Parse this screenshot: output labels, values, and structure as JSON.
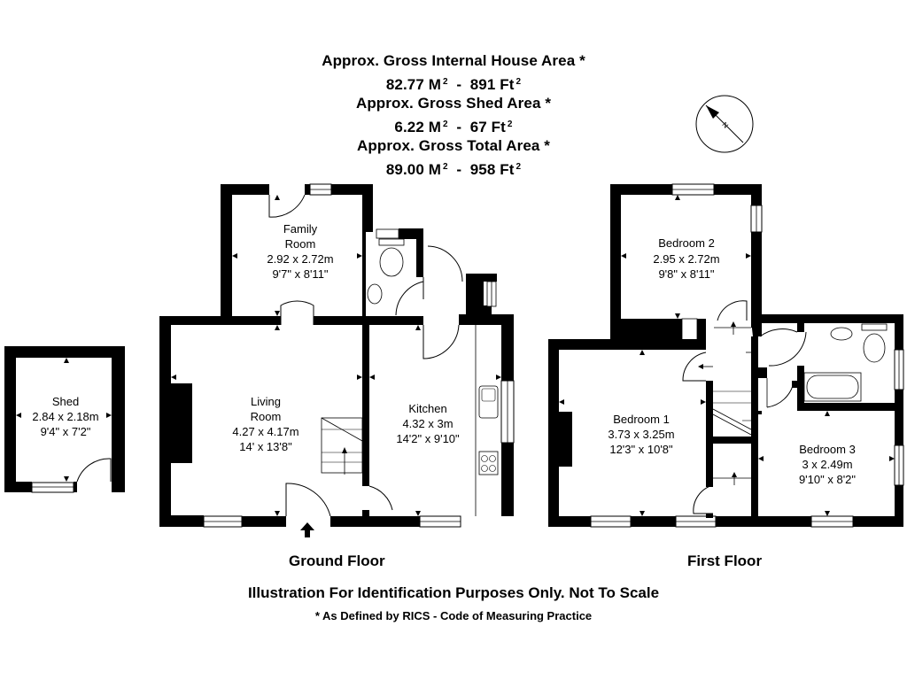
{
  "header": {
    "house_area_title": "Approx. Gross Internal House Area *",
    "house_area_value": "82.77 M² - 891 Ft²",
    "house_m2": "82.77 M",
    "house_ft2": "891 Ft",
    "shed_area_title": "Approx. Gross Shed Area *",
    "shed_m2": "6.22 M",
    "shed_ft2": "67 Ft",
    "total_area_title": "Approx. Gross Total Area *",
    "total_m2": "89.00 M",
    "total_ft2": "958 Ft",
    "squared": "2",
    "separator": "-"
  },
  "compass": {
    "icon": "north-arrow-compass-icon",
    "label": "N"
  },
  "rooms": {
    "shed": {
      "name": "Shed",
      "metric": "2.84 x 2.18m",
      "imperial": "9'4\" x 7'2\""
    },
    "family_room": {
      "name_line1": "Family",
      "name_line2": "Room",
      "metric": "2.92 x 2.72m",
      "imperial": "9'7\" x 8'11\""
    },
    "living_room": {
      "name_line1": "Living",
      "name_line2": "Room",
      "metric": "4.27 x 4.17m",
      "imperial": "14' x 13'8\""
    },
    "kitchen": {
      "name": "Kitchen",
      "metric": "4.32 x 3m",
      "imperial": "14'2\" x 9'10\""
    },
    "bedroom_2": {
      "name": "Bedroom 2",
      "metric": "2.95 x 2.72m",
      "imperial": "9'8\" x 8'11\""
    },
    "bedroom_1": {
      "name": "Bedroom 1",
      "metric": "3.73 x 3.25m",
      "imperial": "12'3\" x 10'8\""
    },
    "bedroom_3": {
      "name": "Bedroom 3",
      "metric": "3 x 2.49m",
      "imperial": "9'10\" x 8'2\""
    }
  },
  "floors": {
    "ground": "Ground Floor",
    "first": "First Floor"
  },
  "footer": {
    "disclaimer": "Illustration For Identification Purposes Only. Not To Scale",
    "rics_note": "* As Defined by RICS - Code of Measuring Practice"
  },
  "colors": {
    "wall": "#000000",
    "background": "#ffffff",
    "fixture_line": "#333333"
  }
}
